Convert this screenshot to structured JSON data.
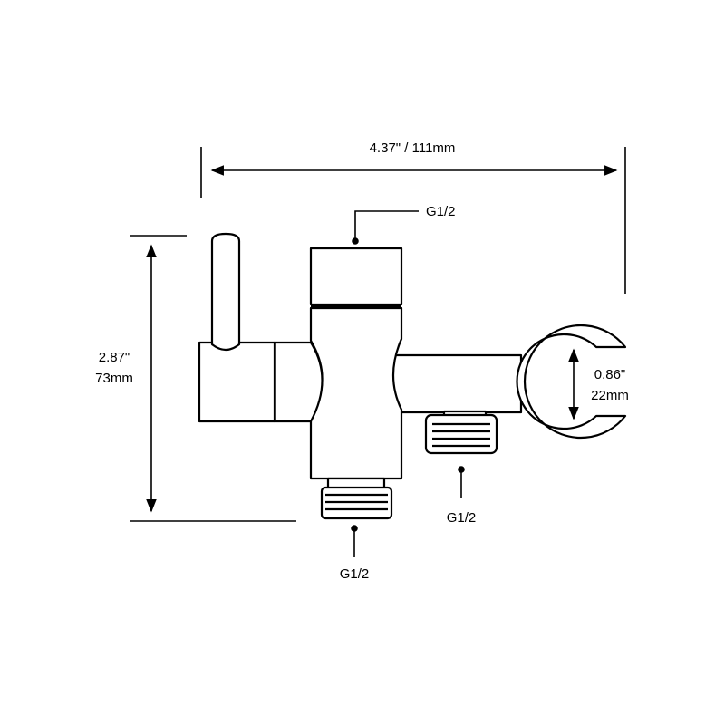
{
  "dimensions": {
    "overall_width": "4.37\" / 111mm",
    "height_in": "2.87\"",
    "height_mm": "73mm",
    "holder_opening_in": "0.86\"",
    "holder_opening_mm": "22mm"
  },
  "connections": {
    "top_inlet": "G1/2",
    "bottom_outlet": "G1/2",
    "side_outlet": "G1/2"
  }
}
